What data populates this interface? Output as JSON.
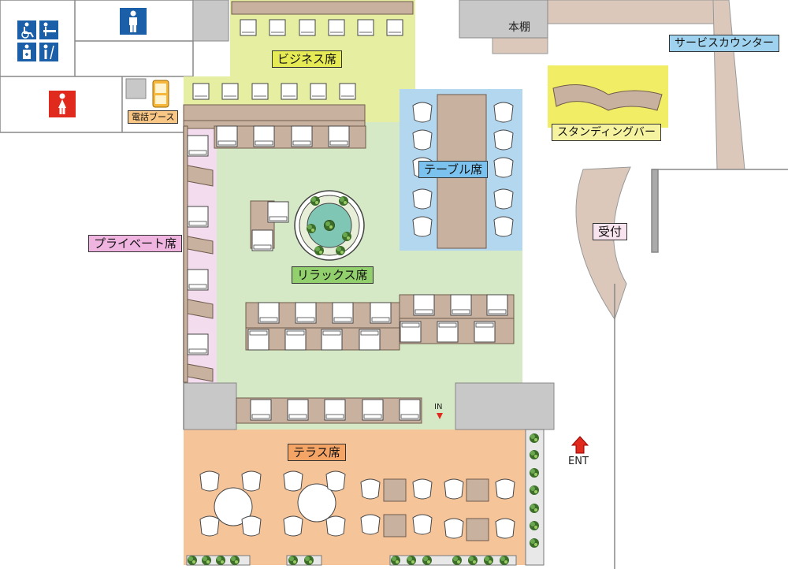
{
  "labels": {
    "business": "ビジネス席",
    "table": "テーブル席",
    "relax": "リラックス席",
    "private": "プライベート席",
    "terrace": "テラス席",
    "phone": "電話ブース",
    "bookshelf": "本棚",
    "service": "サービスカウンター",
    "standing": "スタンディングバー",
    "reception": "受付",
    "entrance_in": "IN",
    "entrance": "ENT"
  },
  "colors": {
    "business_zone": "#e6eea2",
    "table_zone": "#b4d7f0",
    "relax_zone": "#d6e9c6",
    "private_zone": "#f3dcee",
    "terrace_zone": "#f6c499",
    "standing_zone": "#f1ee66",
    "wall": "#c8c8c8",
    "furniture": "#c9b19f",
    "business_label": "#e6ea55",
    "table_label": "#7cc2ee",
    "relax_label": "#92d06d",
    "private_label": "#f0b4e0",
    "terrace_label": "#f4a566",
    "standing_label": "#f5f2a0",
    "service_label": "#9fd2ee",
    "reception_label": "#f8e4ee",
    "phone_label": "#f8c685",
    "men_icon": "#1b5fa8",
    "women_icon": "#e02a1d",
    "arrow": "#e02a1d"
  },
  "icons": [
    "wheelchair-icon",
    "baby-changing-icon",
    "ostomate-icon",
    "cleaning-icon",
    "men-restroom-icon",
    "women-restroom-icon",
    "mobile-phone-icon",
    "entrance-arrow-icon"
  ]
}
